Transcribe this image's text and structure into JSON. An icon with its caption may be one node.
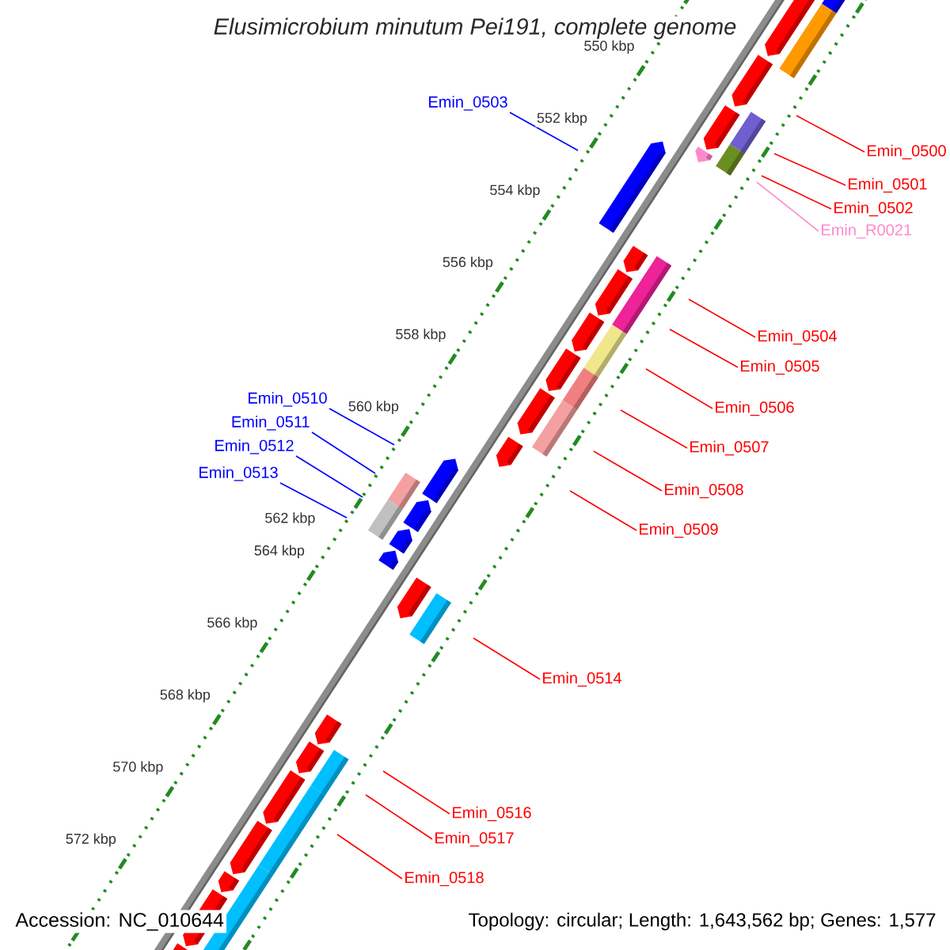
{
  "diagram": {
    "title": "Elusimicrobium minutum Pei191, complete genome",
    "nodes": [
      {
        "text": [
          "Emin_0503"
        ]
      },
      {
        "text": [
          "Emin_0500"
        ]
      },
      {
        "text": [
          "Emin_0501"
        ]
      },
      {
        "text": [
          "Emin_0502"
        ]
      },
      {
        "text": [
          "Emin_R0021"
        ]
      },
      {
        "text": [
          "Emin_0504"
        ]
      },
      {
        "text": [
          "Emin_0505"
        ]
      },
      {
        "text": [
          "Emin_0510"
        ]
      },
      {
        "text": [
          "Emin_0506"
        ]
      },
      {
        "text": [
          "Emin_0511"
        ]
      },
      {
        "text": [
          "Emin_0507"
        ]
      },
      {
        "text": [
          "Emin_0512"
        ]
      },
      {
        "text": [
          "Emin_0513"
        ]
      },
      {
        "text": [
          "Emin_0508"
        ]
      },
      {
        "text": [
          "Emin_0509"
        ]
      },
      {
        "text": [
          "Emin_0514"
        ]
      },
      {
        "text": [
          "Emin_0516"
        ]
      },
      {
        "text": [
          "Emin_0517"
        ]
      },
      {
        "text": [
          "Emin_0518"
        ]
      }
    ],
    "edges": [
      {
        "from": 0,
        "to": null,
        "arrow": "none",
        "color": "#0000ff"
      },
      {
        "from": 1,
        "to": null,
        "arrow": "none"
      },
      {
        "from": 2,
        "to": null,
        "arrow": "none"
      },
      {
        "from": 3,
        "to": null,
        "arrow": "none"
      },
      {
        "from": 4,
        "to": null,
        "arrow": "none",
        "color": "#ff88cc"
      },
      {
        "from": 5,
        "to": null,
        "arrow": "none"
      },
      {
        "from": 6,
        "to": null,
        "arrow": "none"
      },
      {
        "from": 7,
        "to": null,
        "arrow": "none",
        "color": "#0000ff"
      },
      {
        "from": 8,
        "to": null,
        "arrow": "none"
      },
      {
        "from": 9,
        "to": null,
        "arrow": "none",
        "color": "#0000ff"
      },
      {
        "from": 10,
        "to": null,
        "arrow": "none"
      },
      {
        "from": 11,
        "to": null,
        "arrow": "none",
        "color": "#0000ff"
      },
      {
        "from": 12,
        "to": null,
        "arrow": "none",
        "color": "#0000ff"
      },
      {
        "from": 13,
        "to": null,
        "arrow": "none"
      },
      {
        "from": 14,
        "to": null,
        "arrow": "none"
      },
      {
        "from": 15,
        "to": null,
        "arrow": "none"
      },
      {
        "from": 16,
        "to": null,
        "arrow": "none"
      },
      {
        "from": 17,
        "to": null,
        "arrow": "none"
      },
      {
        "from": 18,
        "to": null,
        "arrow": "none"
      }
    ],
    "labels": [
      "550 kbp",
      "552 kbp",
      "554 kbp",
      "556 kbp",
      "558 kbp",
      "560 kbp",
      "562 kbp",
      "564 kbp",
      "566 kbp",
      "568 kbp",
      "570 kbp",
      "572 kbp",
      "Accession: NC_010644",
      "Topology: circular; Length: 1,643,562 bp; Genes: 1,577"
    ]
  }
}
